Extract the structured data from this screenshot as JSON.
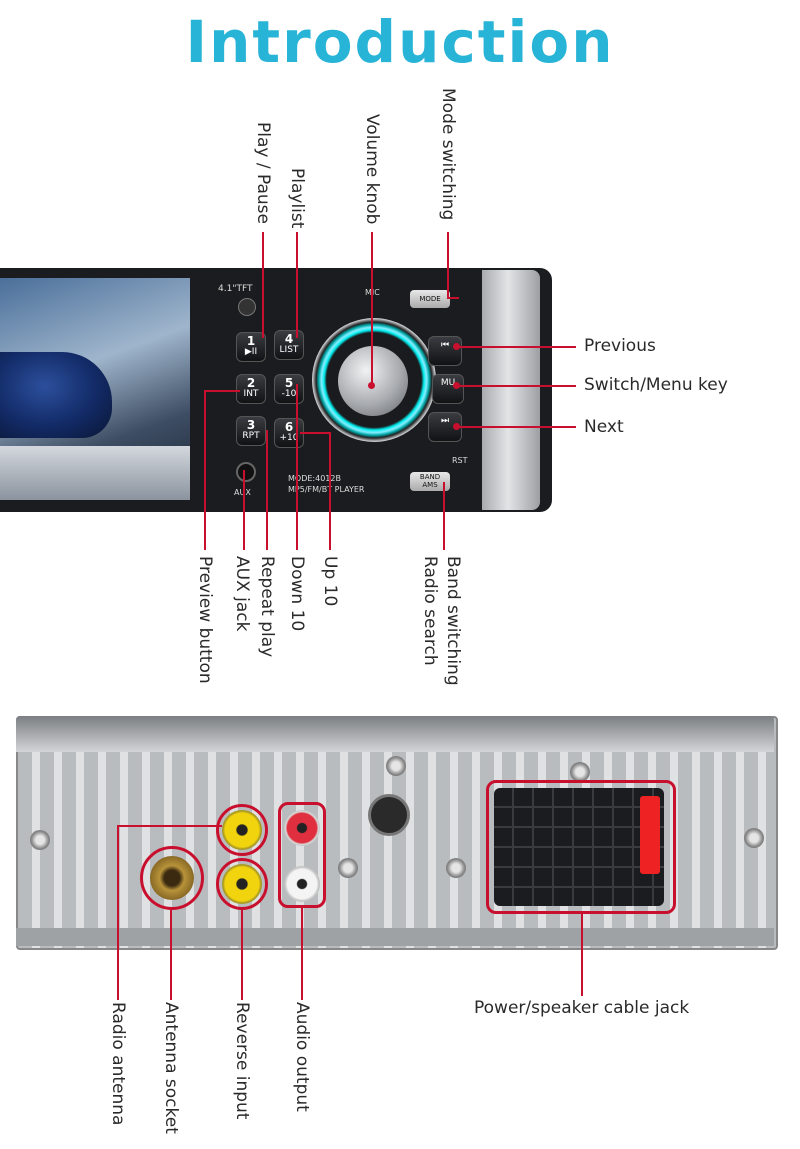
{
  "title": "Introduction",
  "front_labels": {
    "play_pause": "Play / Pause",
    "playlist": "Playlist",
    "volume_knob": "Volume knob",
    "mode_switching": "Mode switching",
    "previous": "Previous",
    "switch_menu": "Switch/Menu key",
    "next": "Next",
    "preview_button": "Preview button",
    "aux_jack": "AUX jack",
    "repeat_play": "Repeat play",
    "down_10": "Down 10",
    "up_10": "Up 10",
    "band_switching": "Band switching",
    "radio_search": "Radio search"
  },
  "device": {
    "screen_size": "4.1\"TFT",
    "mic": "MIC",
    "model": "MODE:4012B",
    "player": "MP5/FM/BT PLAYER",
    "mode_btn": "MODE",
    "band_btn_1": "BAND",
    "band_btn_2": "AMS",
    "rst": "RST",
    "aux": "AUX",
    "btn1_num": "1",
    "btn1_txt": "▶II",
    "btn2_num": "2",
    "btn2_txt": "INT",
    "btn3_num": "3",
    "btn3_txt": "RPT",
    "btn4_num": "4",
    "btn4_txt": "LIST",
    "btn5_num": "5",
    "btn5_txt": "-10",
    "btn6_num": "6",
    "btn6_txt": "+10",
    "mu": "MU"
  },
  "back_labels": {
    "power_speaker": "Power/speaker cable jack",
    "radio_antenna": "Radio antenna",
    "antenna_socket": "Antenna socket",
    "reverse_input": "Reverse input",
    "audio_output": "Audio output"
  },
  "colors": {
    "title": "#28b4d6",
    "callout": "#c8102e"
  }
}
